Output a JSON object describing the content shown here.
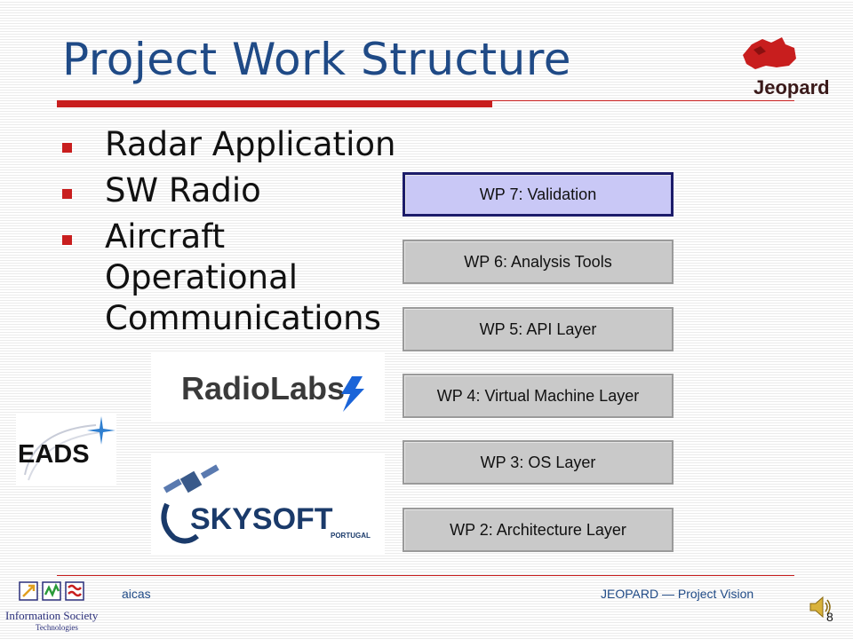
{
  "slide": {
    "title": "Project Work Structure",
    "bullets": [
      "Radar Application",
      "SW Radio",
      "Aircraft Operational Communications"
    ]
  },
  "work_packages": [
    {
      "label": "WP 7: Validation",
      "highlighted": true
    },
    {
      "label": "WP 6: Analysis Tools",
      "highlighted": false
    },
    {
      "label": "WP 5: API Layer",
      "highlighted": false
    },
    {
      "label": "WP 4: Virtual Machine Layer",
      "highlighted": false
    },
    {
      "label": "WP 3: OS Layer",
      "highlighted": false
    },
    {
      "label": "WP 2: Architecture Layer",
      "highlighted": false
    }
  ],
  "logos": {
    "jeopard": "Jeopard",
    "radiolabs": "RadioLabs",
    "eads": "EADS",
    "skysoft": "SKYSOFT",
    "skysoft_sub": "PORTUGAL",
    "ist_line1": "Information Society",
    "ist_line2": "Technologies"
  },
  "footer": {
    "left": "aicas",
    "right": "JEOPARD — Project Vision",
    "page": "8"
  },
  "icons": {
    "speaker": "speaker-icon"
  },
  "colors": {
    "title": "#1f4a86",
    "accent_red": "#c81e1e",
    "wp_box": "#c9c9c9",
    "wp_active": "#c9c8f6"
  }
}
